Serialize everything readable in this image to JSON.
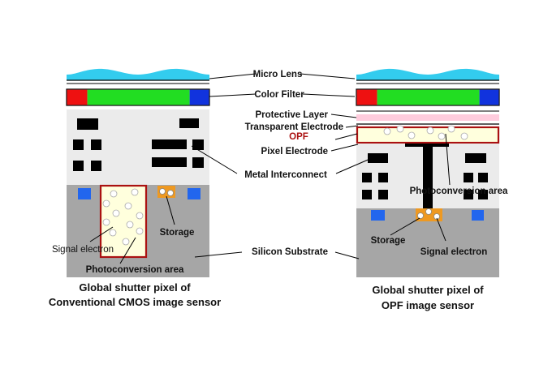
{
  "labels": {
    "micro_lens": "Micro Lens",
    "color_filter": "Color Filter",
    "protective_layer": "Protective Layer",
    "transparent_electrode": "Transparent Electrode",
    "opf": "OPF",
    "pixel_electrode": "Pixel Electrode",
    "metal_interconnect": "Metal Interconnect",
    "photoconversion_area_right": "Photoconversion area",
    "storage_left": "Storage",
    "signal_electron_left": "Signal electron",
    "photoconversion_area_left": "Photoconversion area",
    "silicon_substrate": "Silicon Substrate",
    "storage_right": "Storage",
    "signal_electron_right": "Signal electron"
  },
  "captions": {
    "left_line1": "Global shutter pixel of",
    "left_line2": "Conventional CMOS image sensor",
    "right_line1": "Global shutter pixel of",
    "right_line2": "OPF image sensor"
  },
  "colors": {
    "lens": "#33ccee",
    "filter_red": "#ee1111",
    "filter_green": "#22dd22",
    "filter_blue": "#1133dd",
    "interconnect_layer": "#ebebeb",
    "substrate": "#a6a6a6",
    "photo_fill": "#ffffdd",
    "photo_border": "#aa1111",
    "storage": "#ee9922",
    "blue_block": "#2266ee",
    "protective_pink": "#ffccdd",
    "opf_text": "#aa1111"
  }
}
